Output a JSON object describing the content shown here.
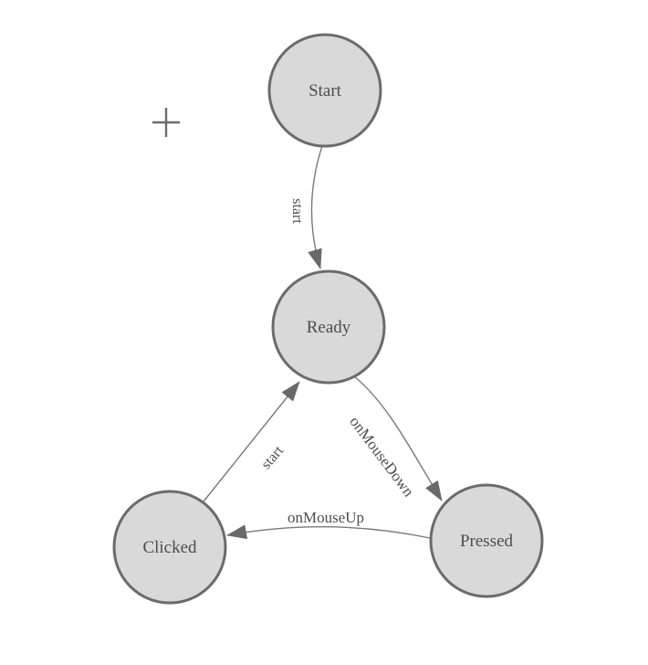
{
  "palette": {
    "background": "#ffffff",
    "node_fill": "#d9d9d9",
    "node_stroke": "#6b6b6b",
    "edge_stroke": "#7a7a7a",
    "arrow_fill": "#696969",
    "label_color": "#4d4d4d",
    "origin_marker_color": "#6b6b6b"
  },
  "diagram": {
    "type": "state-machine",
    "nodes": [
      {
        "id": "start",
        "label": "Start"
      },
      {
        "id": "ready",
        "label": "Ready"
      },
      {
        "id": "clicked",
        "label": "Clicked"
      },
      {
        "id": "pressed",
        "label": "Pressed"
      }
    ],
    "edges": [
      {
        "from": "start",
        "to": "ready",
        "label": "start"
      },
      {
        "from": "clicked",
        "to": "ready",
        "label": "start"
      },
      {
        "from": "ready",
        "to": "pressed",
        "label": "onMouseDown"
      },
      {
        "from": "pressed",
        "to": "clicked",
        "label": "onMouseUp"
      }
    ]
  }
}
